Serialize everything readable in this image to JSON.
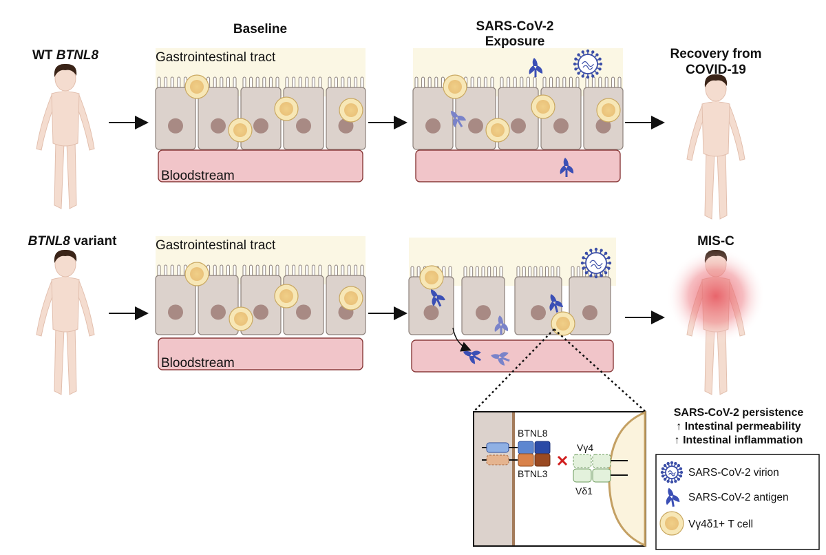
{
  "columns": {
    "baseline": "Baseline",
    "exposure_line1": "SARS-CoV-2",
    "exposure_line2": "Exposure",
    "recovery_line1": "Recovery from",
    "recovery_line2": "COVID-19"
  },
  "rows": {
    "wt_prefix": "WT ",
    "wt_gene": "BTNL8",
    "variant_gene": "BTNL8",
    "variant_suffix": " variant",
    "misc": "MIS-C"
  },
  "tissue": {
    "gi_tract": "Gastrointestinal tract",
    "bloodstream": "Bloodstream"
  },
  "inset": {
    "btnl8": "BTNL8",
    "btnl3": "BTNL3",
    "vg4": "Vγ4",
    "vd1": "Vδ1"
  },
  "outcomes": [
    "SARS-CoV-2 persistence",
    "↑ Intestinal permeability",
    "↑ Intestinal inflammation"
  ],
  "legend": {
    "virion": "SARS-CoV-2 virion",
    "antigen": "SARS-CoV-2 antigen",
    "tcell": "Vγ4δ1+ T cell"
  },
  "colors": {
    "gut_lumen": "#fbf7e4",
    "cell_fill": "#dcd2cc",
    "nucleus": "#a88a84",
    "blood": "#f1c5c9",
    "tcell_outer": "#f7e7b6",
    "tcell_inner": "#efce8a",
    "antigen": "#3b4fb5",
    "virion": "#3c4fa8",
    "skin": "#f4dccf",
    "hair": "#3a2418",
    "inflammation": "#e6505a"
  }
}
